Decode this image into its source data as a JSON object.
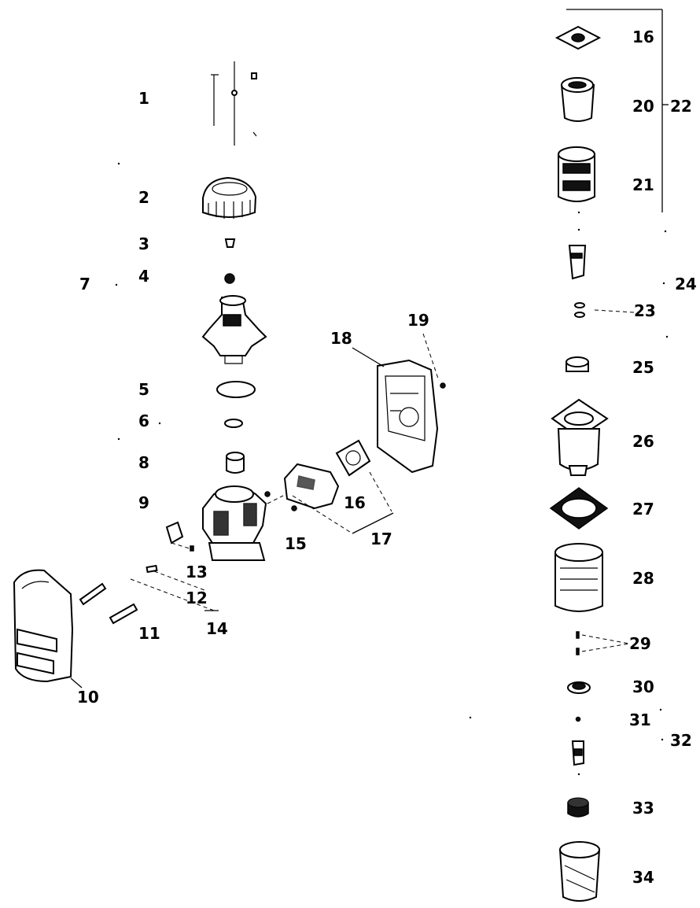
{
  "diagram": {
    "labels": [
      "1",
      "2",
      "3",
      "4",
      "5",
      "6",
      "7",
      "8",
      "9",
      "10",
      "11",
      "12",
      "13",
      "14",
      "15",
      "16",
      "16",
      "17",
      "18",
      "19",
      "20",
      "21",
      "22",
      "23",
      "24",
      "25",
      "26",
      "27",
      "28",
      "29",
      "30",
      "31",
      "32",
      "33",
      "34"
    ]
  }
}
